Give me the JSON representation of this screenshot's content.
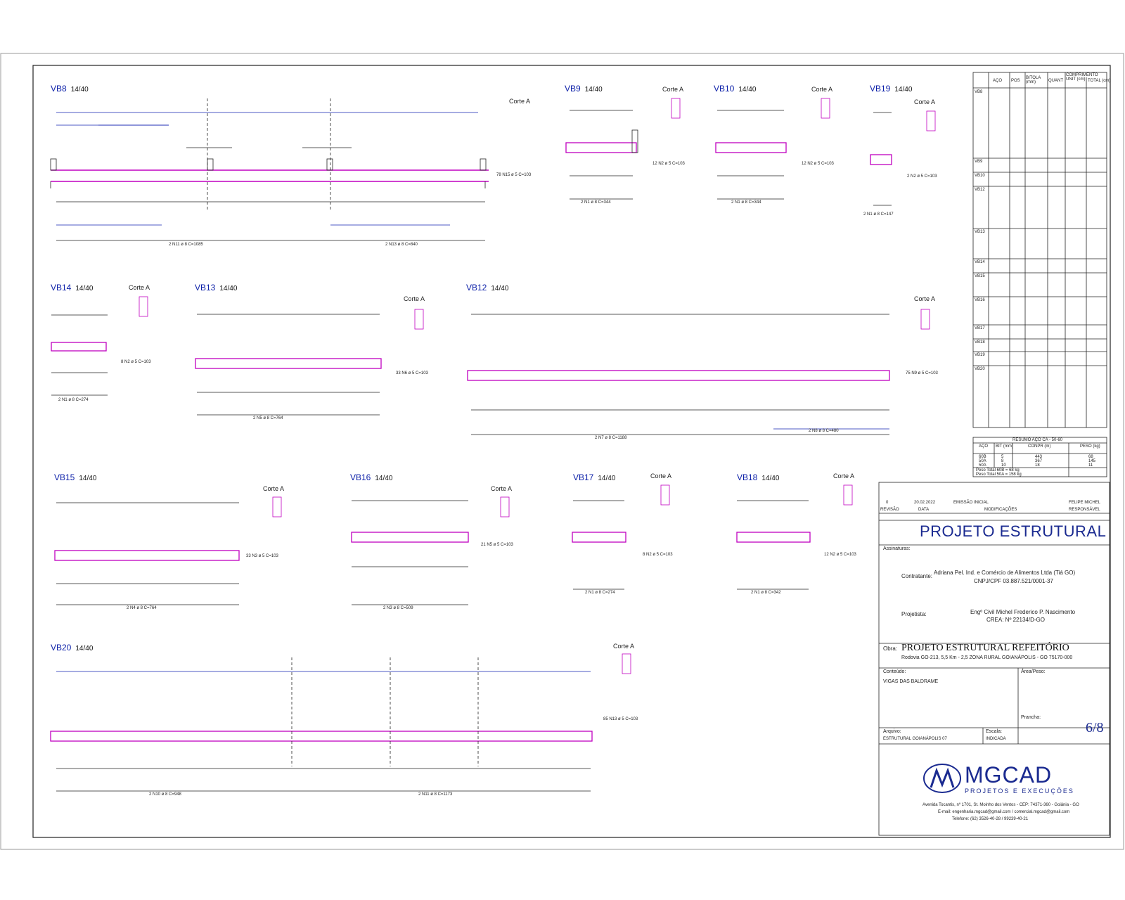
{
  "sheet": {
    "beams": [
      {
        "name": "VB8",
        "section": "14/40"
      },
      {
        "name": "VB9",
        "section": "14/40"
      },
      {
        "name": "VB10",
        "section": "14/40"
      },
      {
        "name": "VB19",
        "section": "14/40"
      },
      {
        "name": "VB14",
        "section": "14/40"
      },
      {
        "name": "VB13",
        "section": "14/40"
      },
      {
        "name": "VB12",
        "section": "14/40"
      },
      {
        "name": "VB15",
        "section": "14/40"
      },
      {
        "name": "VB16",
        "section": "14/40"
      },
      {
        "name": "VB17",
        "section": "14/40"
      },
      {
        "name": "VB18",
        "section": "14/40"
      },
      {
        "name": "VB20",
        "section": "14/40"
      }
    ],
    "corte_label": "Corte A",
    "annotations": {
      "vb8_bottom1": "2 N11 ø 8 C=1085",
      "vb8_bottom2": "2 N13 ø 8 C=840",
      "vb8_stirrups": "78 N15 ø 5 C=103",
      "vb9_bottom": "2 N1 ø 8 C=344",
      "vb9_stirrups": "12 N2 ø 5 C=103",
      "vb10_bottom": "2 N1 ø 8 C=344",
      "vb10_stirrups": "12 N2 ø 5 C=103",
      "vb19_bottom": "2 N1 ø 8 C=147",
      "vb19_stirrups": "2 N2 ø 5 C=103",
      "vb14_bottom": "2 N1 ø 8 C=274",
      "vb14_stirrups": "8 N2 ø 5 C=103",
      "vb13_bottom": "2 N5 ø 8 C=764",
      "vb13_stirrups": "33 N6 ø 5 C=103",
      "vb12_bottom": "2 N7 ø 8 C=1188",
      "vb12_bottom2": "2 N8 ø 8 C=480",
      "vb12_stirrups": "75 N9 ø 5 C=103",
      "vb15_bottom": "2 N4 ø 8 C=764",
      "vb15_stirrups": "33 N3 ø 5 C=103",
      "vb16_bottom": "2 N3 ø 8 C=509",
      "vb16_stirrups": "21 N5 ø 5 C=103",
      "vb17_bottom": "2 N1 ø 8 C=274",
      "vb17_stirrups": "8 N2 ø 5 C=103",
      "vb18_bottom": "2 N1 ø 8 C=342",
      "vb18_stirrups": "12 N2 ø 5 C=103",
      "vb20_bottom1": "2 N10 ø 8 C=948",
      "vb20_bottom2": "2 N11 ø 8 C=1173",
      "vb20_stirrups": "85 N13 ø 5 C=103"
    },
    "steel_summary": {
      "title": "RESUMO AÇO CA - 50-60",
      "headers": [
        "AÇO",
        "BIT (mm)",
        "CONPR (m)",
        "PESO (kg)"
      ],
      "rows": [
        [
          "60B",
          "5",
          "443",
          "68"
        ],
        [
          "50A",
          "8",
          "367",
          "145"
        ],
        [
          "50A",
          "10",
          "18",
          "11"
        ]
      ],
      "total1": "Peso Total   60B =     68 kg",
      "total2": "Peso Total   50A =    158 kg"
    },
    "rebar_table_header": [
      "AÇO",
      "POS",
      "BITOLA (mm)",
      "QUANT",
      "COMPRIMENTO UNIT (cm)",
      "TOTAL (cm)"
    ],
    "rebar_table_groups": [
      "VB8",
      "VB9",
      "VB10",
      "VB12",
      "VB13",
      "VB14",
      "VB15",
      "VB16",
      "VB17",
      "VB18",
      "VB19",
      "VB20"
    ]
  },
  "title_block": {
    "rev_rows": [
      {
        "rev": "0",
        "date": "20.02.2022",
        "desc": "EMISSÃO INICIAL",
        "resp": "FELIPE MICHEL"
      }
    ],
    "rev_headers": [
      "REVISÃO",
      "DATA",
      "MODIFICAÇÕES",
      "RESPONSÁVEL"
    ],
    "project_title": "PROJETO ESTRUTURAL",
    "assinaturas_label": "Assinaturas:",
    "contratante_label": "Contratante:",
    "contratante_name": "Adriana Pel. Ind. e Comércio de Alimentos Ltda (Tiá GO)",
    "contratante_cnpj": "CNPJ/CPF 03.887.521/0001-37",
    "projetista_label": "Projetista:",
    "projetista_name": "Engº Civil Michel Frederico P. Nascimento",
    "projetista_crea": "CREA: Nº 22134/D-GO",
    "obra_label": "Obra:",
    "obra_title": "PROJETO ESTRUTURAL REFEITÓRIO",
    "obra_address": "Rodovia GO-213, 5,5 Km - 2,5 ZONA RURAL GOIANÁPOLIS - GO 75170-000",
    "conteudo_label": "Conteúdo:",
    "conteudo_value": "VIGAS DAS BALDRAME",
    "area_label": "Área/Peso:",
    "prancha_label": "Prancha:",
    "prancha_value": "6/8",
    "arquivo_label": "Arquivo:",
    "arquivo_value": "ESTRUTURAL GOIANÁPOLIS 07",
    "escala_label": "Escala:",
    "escala_value": "INDICADA",
    "company_logo": "MGCAD",
    "company_sub": "PROJETOS E EXECUÇÕES",
    "company_address": "Avenida Tocantis, nº 1701, St. Moinho dos Ventos - CEP: 74371-360 - Goiânia - GO",
    "company_email": "E-mail: engenharia.mgcad@gmail.com  /  comercial.mgcad@gmail.com",
    "company_phone": "Telefone: (62) 3526-40-28 / 99239-40-21"
  }
}
